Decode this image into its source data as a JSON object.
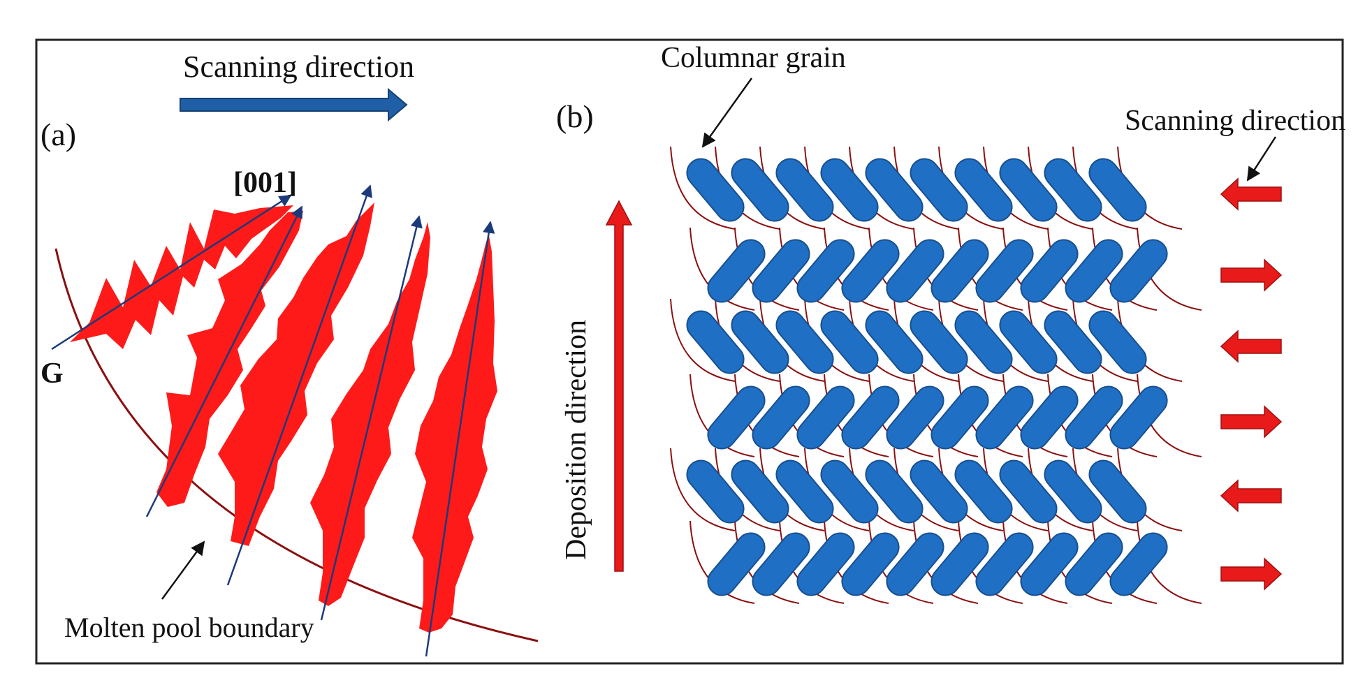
{
  "panel_a": {
    "label": "(a)",
    "scanning_label": "Scanning direction",
    "orientation_label": "[001]",
    "gradient_label": "G",
    "boundary_label": "Molten pool boundary"
  },
  "panel_b": {
    "label": "(b)",
    "grain_label": "Columnar grain",
    "scanning_label": "Scanning direction",
    "deposition_label": "Deposition direction",
    "scan_arrows": [
      "left",
      "right",
      "left",
      "right",
      "left",
      "right"
    ]
  },
  "colors": {
    "dendrite": "#ff1a1a",
    "grain": "#1f6fc4",
    "grain_stroke": "#174f8f",
    "blue_arrow": "#1f5fa8",
    "red_arrow": "#e81a1a",
    "boundary": "#8a1010",
    "frame": "#222222"
  }
}
